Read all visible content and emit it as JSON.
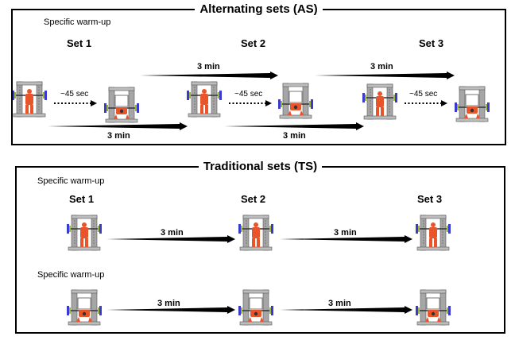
{
  "alternating": {
    "title": "Alternating sets (AS)",
    "warmup": "Specific warm-up",
    "sets": [
      "Set 1",
      "Set 2",
      "Set 3"
    ],
    "rest_long": "3 min",
    "rest_short": "~45 sec"
  },
  "traditional": {
    "title": "Traditional sets (TS)",
    "warmup_top": "Specific warm-up",
    "warmup_bottom": "Specific warm-up",
    "sets": [
      "Set 1",
      "Set 2",
      "Set 3"
    ],
    "rest": "3 min"
  },
  "colors": {
    "rack": "#a6a6a6",
    "athlete": "#e8552a",
    "plate": "#3a3ad0",
    "arrow": "#000000"
  }
}
